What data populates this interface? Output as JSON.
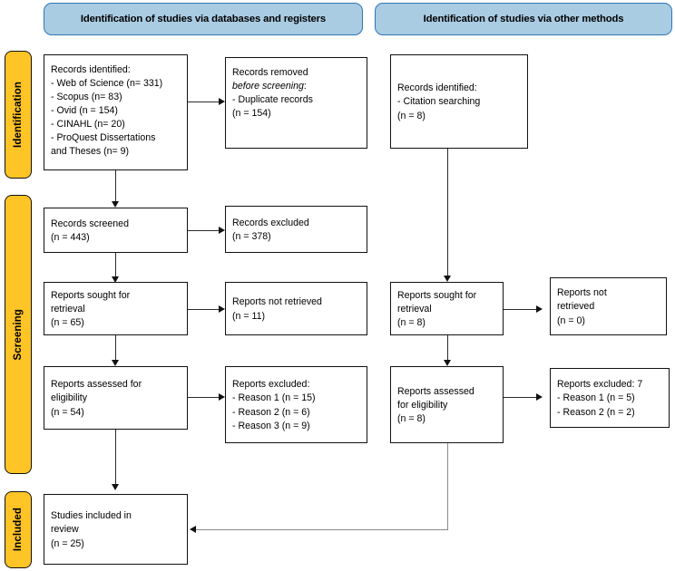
{
  "diagram": {
    "title": "PRISMA 2020 flow diagram",
    "colors": {
      "header_fill": "#a9cce3",
      "header_border": "#2e75b6",
      "stage_fill": "#ffc425",
      "box_border": "#111111",
      "connector": "#2b2b2b",
      "connector_grey": "#8a8a8a"
    }
  },
  "headers": {
    "databases": "Identification of studies via databases and registers",
    "other_methods": "Identification of studies via other methods"
  },
  "stages": {
    "identification": "Identification",
    "screening": "Screening",
    "included": "Included"
  },
  "boxes": {
    "records_identified_db": {
      "title": "Records identified:",
      "lines": [
        "- Web of Science  (n= 331)",
        "- Scopus (n= 83)",
        "- Ovid (n = 154)",
        "- CINAHL (n= 20)",
        "- ProQuest Dissertations",
        "and Theses (n= 9)"
      ]
    },
    "records_removed": {
      "line1": "Records removed",
      "line2_italic": "before screening",
      "line2_tail": ":",
      "line3": "- Duplicate records",
      "line4": "(n = 154)"
    },
    "records_identified_other": {
      "title": "Records identified:",
      "line2": "- Citation searching",
      "line3": "(n = 8)"
    },
    "records_screened": {
      "line1": "Records screened",
      "line2": "(n = 443)"
    },
    "records_excluded": {
      "line1": "Records excluded",
      "line2": "(n = 378)"
    },
    "reports_sought_db": {
      "line1": "Reports sought for",
      "line2": "retrieval",
      "line3": "(n = 65)"
    },
    "reports_not_retrieved_db": {
      "line1": "Reports not retrieved",
      "line2": "(n = 11)"
    },
    "reports_assessed_db": {
      "line1": "Reports assessed for",
      "line2": "eligibility",
      "line3": "(n = 54)"
    },
    "reports_excluded_db": {
      "title": "Reports excluded:",
      "line2": "- Reason 1 (n = 15)",
      "line3": "- Reason 2 (n = 6)",
      "line4": "- Reason 3 (n = 9)"
    },
    "reports_sought_other": {
      "line1": "Reports sought for",
      "line2": "retrieval",
      "line3": "(n = 8)"
    },
    "reports_not_retrieved_other": {
      "line1": "Reports not",
      "line2": "retrieved",
      "line3": "(n = 0)"
    },
    "reports_assessed_other": {
      "line1": "Reports assessed",
      "line2": "for eligibility",
      "line3": "(n = 8)"
    },
    "reports_excluded_other": {
      "title": "Reports excluded: 7",
      "line2": "- Reason 1 (n = 5)",
      "line3": "- Reason 2 (n = 2)"
    },
    "studies_included": {
      "line1": "Studies included in",
      "line2": "review",
      "line3": "(n = 25)"
    }
  }
}
